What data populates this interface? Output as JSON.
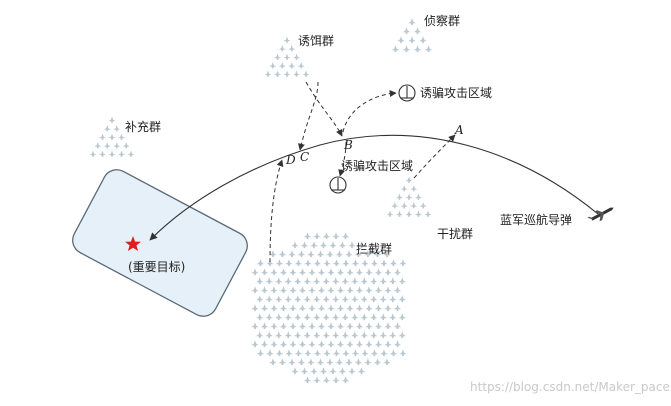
{
  "groups": {
    "decoy": "诱饵群",
    "recon": "侦察群",
    "supplement": "补充群",
    "jamming": "干扰群",
    "intercept": "拦截群"
  },
  "areas": {
    "deception_upper": "诱骗攻击区域",
    "deception_lower": "诱骗攻击区域"
  },
  "missile": "蓝军巡航导弹",
  "target": "(重要目标)",
  "points": {
    "a": "A",
    "b": "B",
    "c": "C",
    "d": "D"
  },
  "watermark": "https://blog.csdn.net/Maker_pace",
  "colors": {
    "drone": "#b9c7d1",
    "zone_fill": "#e6f0f8",
    "zone_stroke": "#5a6a78",
    "star": "#e01e1e",
    "path": "#333333"
  },
  "icons": [
    "drone-icon",
    "star-icon",
    "cruise-missile-icon",
    "attack-zone-icon"
  ]
}
